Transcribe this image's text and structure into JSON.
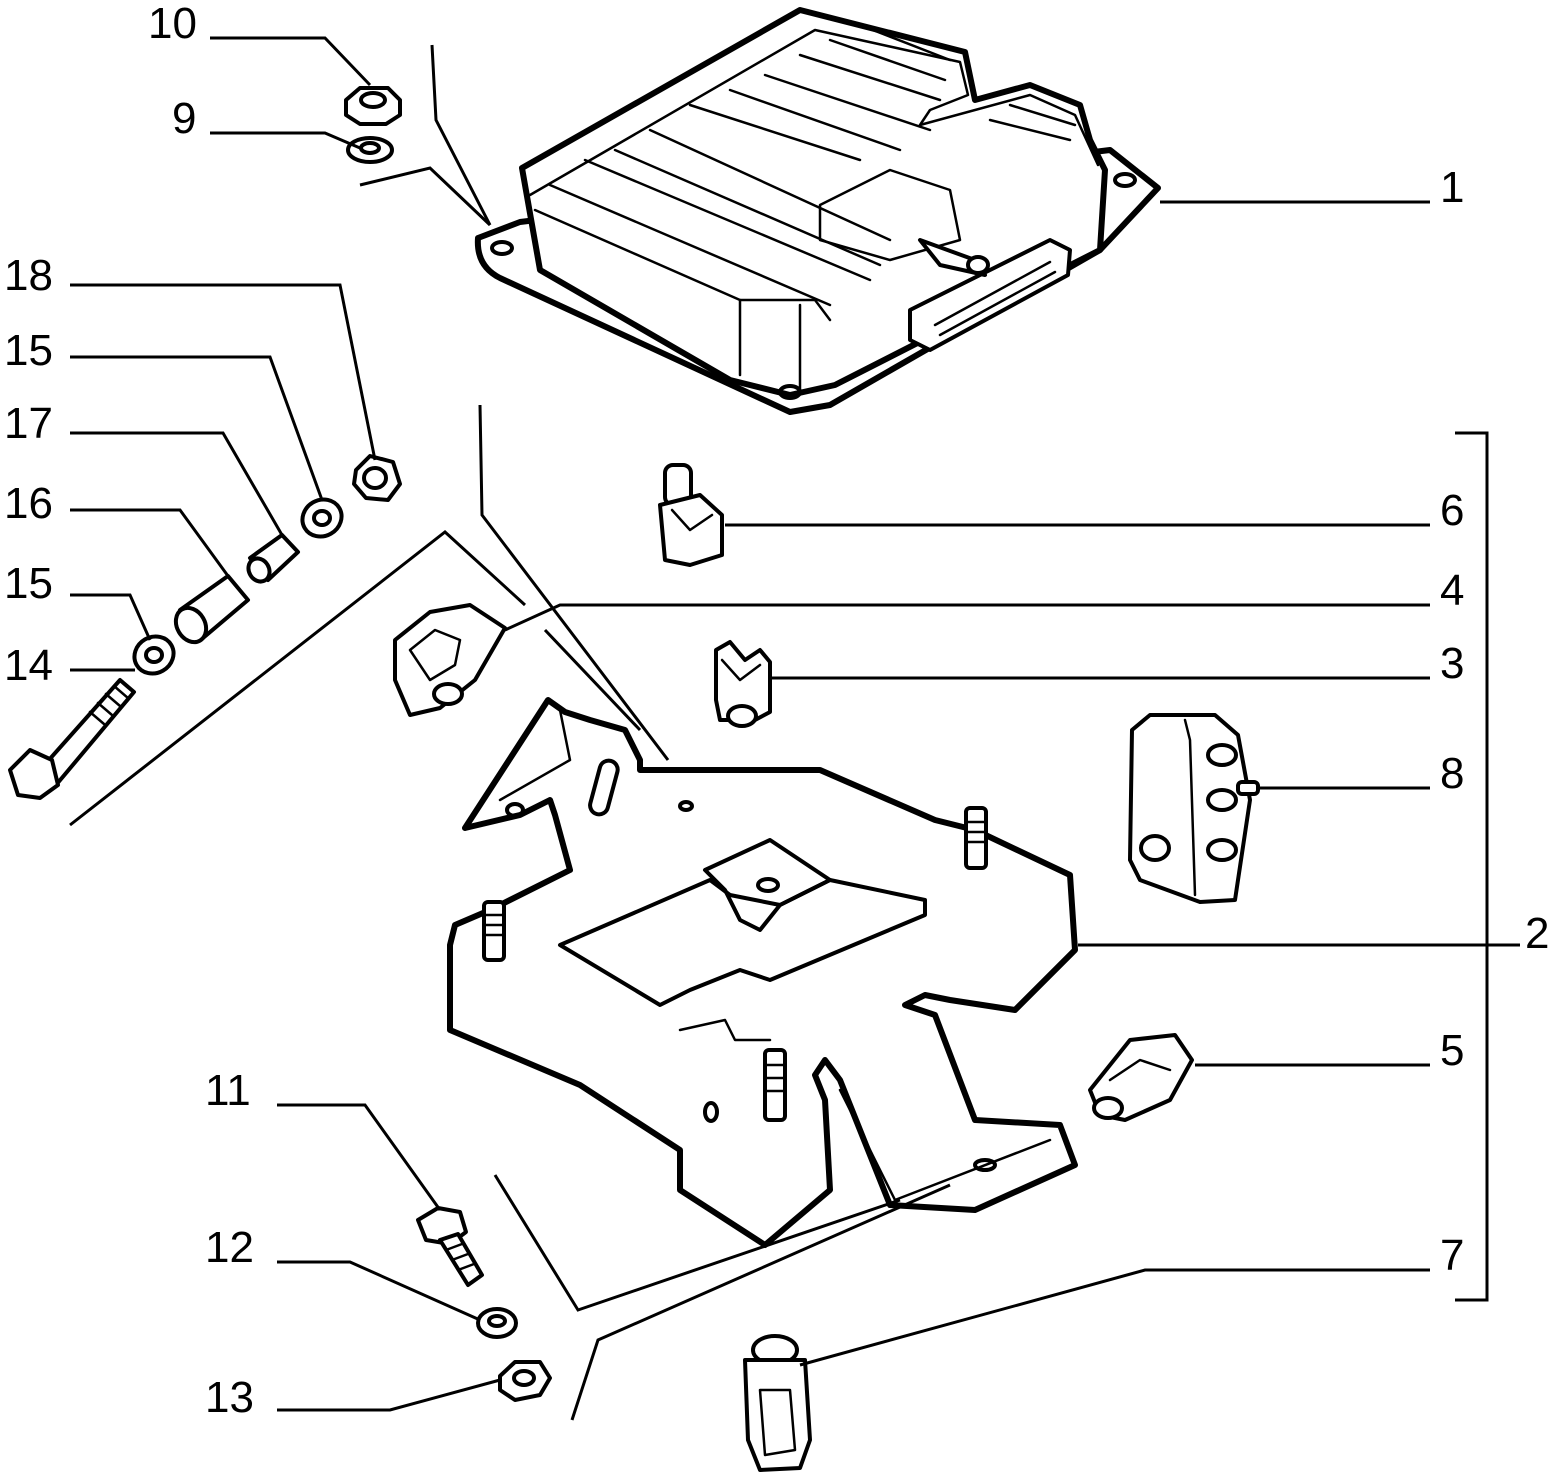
{
  "diagram": {
    "callouts": [
      {
        "id": "1",
        "label": "1"
      },
      {
        "id": "2",
        "label": "2"
      },
      {
        "id": "3",
        "label": "3"
      },
      {
        "id": "4",
        "label": "4"
      },
      {
        "id": "5",
        "label": "5"
      },
      {
        "id": "6",
        "label": "6"
      },
      {
        "id": "7",
        "label": "7"
      },
      {
        "id": "8",
        "label": "8"
      },
      {
        "id": "9",
        "label": "9"
      },
      {
        "id": "10",
        "label": "10"
      },
      {
        "id": "11",
        "label": "11"
      },
      {
        "id": "12",
        "label": "12"
      },
      {
        "id": "13",
        "label": "13"
      },
      {
        "id": "14",
        "label": "14"
      },
      {
        "id": "15a",
        "label": "15"
      },
      {
        "id": "15b",
        "label": "15"
      },
      {
        "id": "16",
        "label": "16"
      },
      {
        "id": "17",
        "label": "17"
      },
      {
        "id": "18",
        "label": "18"
      }
    ]
  }
}
